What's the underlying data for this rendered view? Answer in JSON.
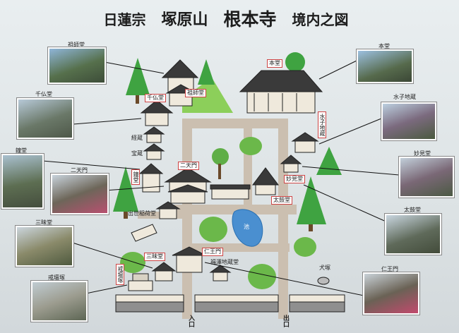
{
  "title": {
    "sect": "日蓮宗",
    "mountain": "塚原山",
    "temple": "根本寺",
    "subtitle": "境内之図"
  },
  "photos": {
    "soshido": "祖師堂",
    "hondo": "本堂",
    "senbutsudo": "千仏堂",
    "mizuko": "水子地蔵",
    "shoro": "鐘堂",
    "niten": "二天門",
    "myokendo": "妙見堂",
    "taikodo": "太鼓堂",
    "sanmaido": "三昧堂",
    "kaidanzuka": "戒壇塚",
    "niomon": "仁王門"
  },
  "map_labels": {
    "hondo": "本堂",
    "soshido": "祖師堂",
    "senbutsudo": "千仏堂",
    "mizuko_jizo": "水子地蔵",
    "kyozo": "経蔵",
    "hozo": "宝蔵",
    "shodo": "鐘堂",
    "niten_mon": "二天門",
    "myokendo": "妙見堂",
    "taikodo": "太鼓堂",
    "shusse_inari": "出世稲荷堂",
    "ike": "池",
    "sanmaido": "三昧堂",
    "niomon": "仁王門",
    "kaidanzuka": "戒壇塚",
    "fukuzawa_jizo": "福澤地蔵堂",
    "inuzuka": "犬塚",
    "entrance": "入口",
    "exit": "出口"
  },
  "colors": {
    "path": "#cbbfb0",
    "grass": "#6bb84a",
    "pond": "#4a8fd0",
    "roof": "#3a3a3a",
    "wall": "#efe9dc",
    "label_border": "#c44444"
  }
}
